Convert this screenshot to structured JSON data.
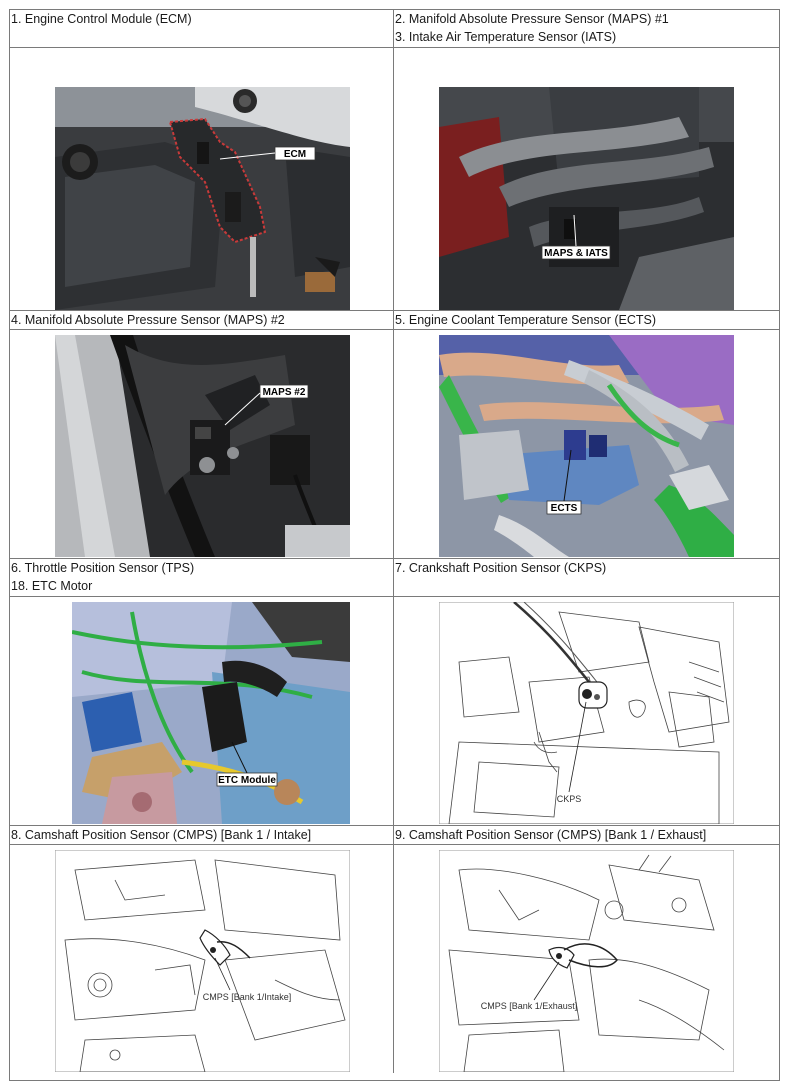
{
  "rows": [
    {
      "left": {
        "lines": [
          "1. Engine Control Module (ECM)"
        ]
      },
      "right": {
        "lines": [
          "2. Manifold Absolute Pressure Sensor (MAPS) #1",
          "3. Intake Air Temperature Sensor (IATS)"
        ]
      }
    },
    {
      "left": {
        "lines": [
          "4. Manifold Absolute Pressure Sensor (MAPS) #2"
        ]
      },
      "right": {
        "lines": [
          "5. Engine Coolant Temperature Sensor (ECTS)"
        ]
      }
    },
    {
      "left": {
        "lines": [
          "6. Throttle Position Sensor (TPS)",
          "18. ETC Motor"
        ]
      },
      "right": {
        "lines": [
          "7. Crankshaft Position Sensor (CKPS)"
        ]
      }
    },
    {
      "left": {
        "lines": [
          "8. Camshaft Position Sensor (CMPS) [Bank 1 / Intake]"
        ]
      },
      "right": {
        "lines": [
          "9. Camshaft Position Sensor (CMPS) [Bank 1 / Exhaust]"
        ]
      }
    }
  ],
  "callouts": {
    "ecm": "ECM",
    "maps_iats": "MAPS & IATS",
    "maps2": "MAPS #2",
    "ects": "ECTS",
    "etc": "ETC Module",
    "ckps": "CKPS",
    "cmps_intake": "CMPS [Bank 1/Intake]",
    "cmps_exhaust": "CMPS [Bank 1/Exhaust]"
  }
}
